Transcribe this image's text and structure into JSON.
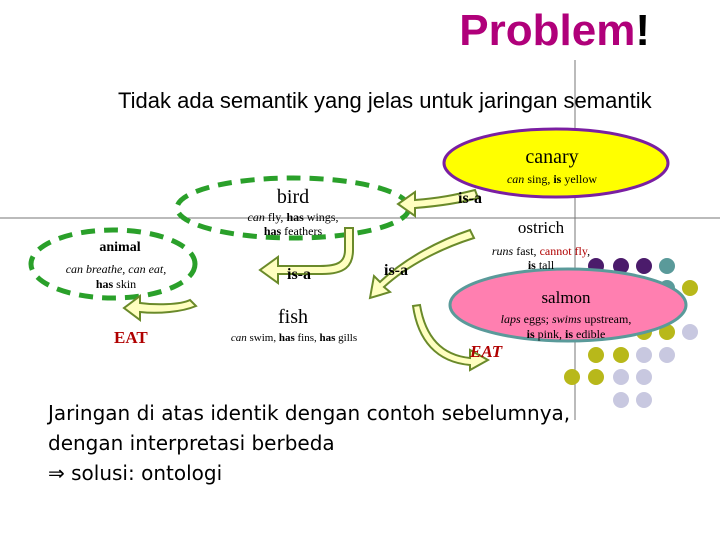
{
  "title": {
    "main": "Problem",
    "mark": "!"
  },
  "subtitle": "Tidak ada semantik yang jelas untuk jaringan semantik",
  "nodes": {
    "canary": {
      "label": "canary",
      "attr_can": "can",
      "attr_rest": " sing, ",
      "attr_is": "is",
      "attr_rest2": " yellow"
    },
    "bird": {
      "label": "bird",
      "line1_can": "can",
      "line1_rest": " fly, ",
      "line1_has": "has",
      "line1_rest2": " wings,",
      "line2_has": "has",
      "line2_rest": " feathers"
    },
    "ostrich": {
      "label": "ostrich",
      "line1_runs": "runs",
      "line1_rest": " fast, ",
      "line1_cannot": "cannot fly",
      "line1_end": ",",
      "line2_is": "is",
      "line2_rest": " tall"
    },
    "animal": {
      "label": "animal",
      "line1": "can breathe, can eat,",
      "line2_has": "has",
      "line2_rest": " skin"
    },
    "fish": {
      "label": "fish",
      "line1_can": "can",
      "line1_rest": " swim, ",
      "line1_has": "has",
      "line1_rest2": " fins, ",
      "line1_has2": "has",
      "line1_rest3": " gills"
    },
    "salmon": {
      "label": "salmon",
      "line1_lays": "laps",
      "line1_rest": " eggs; ",
      "line1_swims": "swims",
      "line1_rest2": " upstream,",
      "line2_is": "is",
      "line2_rest": " pink, ",
      "line2_is2": "is",
      "line2_rest2": " edible"
    }
  },
  "edges": {
    "isa_1": "is-a",
    "isa_2": "is-a",
    "isa_3": "is-a",
    "eat_1": "EAT",
    "eat_2": "EAT"
  },
  "bottom_text": {
    "line1": "Jaringan di atas identik dengan contoh sebelumnya,",
    "line2": "dengan interpretasi berbeda",
    "line3_arrow": "⇒",
    "line3": " solusi: ontologi"
  },
  "colors": {
    "title": "#b0007a",
    "canary_fill": "#ffff00",
    "canary_stroke": "#7a1fa2",
    "green_dash": "#2aa02a",
    "salmon_fill": "#ff7fb0",
    "arrow_fill": "#ffffc0",
    "arrow_stroke": "#6a8a2a",
    "dot_purple": "#4b1b6b",
    "dot_teal": "#5a9a9a",
    "dot_olive": "#b8b81a",
    "dot_lavender": "#c8c8e0"
  }
}
